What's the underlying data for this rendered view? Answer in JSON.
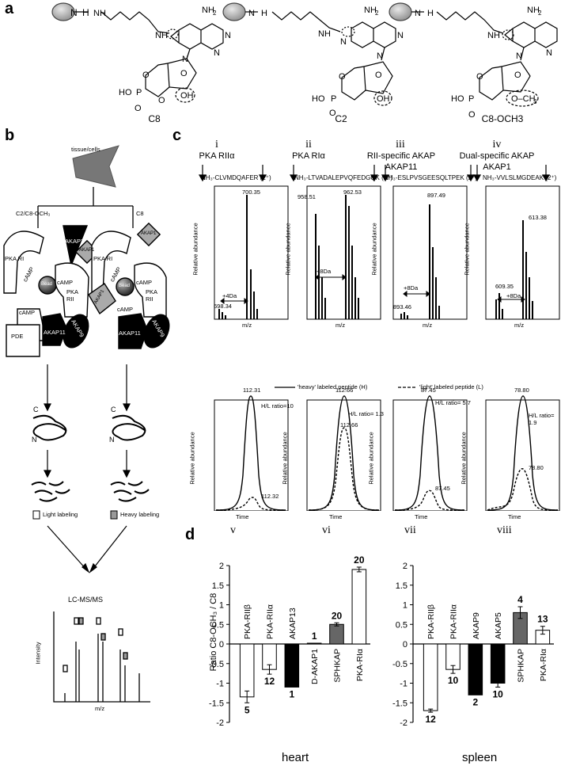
{
  "panels": {
    "a": "a",
    "b": "b",
    "c": "c",
    "d": "d"
  },
  "panel_a": {
    "compounds": [
      {
        "label": "C8"
      },
      {
        "label": "C2"
      },
      {
        "label": "C8-OCH3"
      }
    ],
    "atoms": {
      "nh2": "NH₂",
      "nh": "N",
      "h": "H",
      "o": "O",
      "oh": "OH",
      "ho": "HO",
      "p": "P",
      "och3": "O–CH₃",
      "n": "N"
    }
  },
  "panel_b": {
    "tissue_label": "tissue/cells",
    "left_branch": "C2/C8-OCH₃",
    "right_branch": "C8",
    "complex_left": [
      "PKA RI",
      "cAMP",
      "AKAP7",
      "AKAP1",
      "Bead",
      "cAMP",
      "PKA RII",
      "cAMP",
      "PDE",
      "AKAP11",
      "AKAP9"
    ],
    "complex_right": [
      "PKA RI",
      "cAMP",
      "AKAP1",
      "AKAP1",
      "Bead",
      "cAMP",
      "PKA RII",
      "cAMP",
      "AKAP11",
      "AKAP9"
    ],
    "c_label": "C",
    "n_label": "N",
    "light_label": "Light labeling",
    "heavy_label": "Heavy labeling",
    "lcms_label": "LC-MS/MS",
    "intensity_label": "Intensity",
    "mz_label": "m/z"
  },
  "panel_c": {
    "columns": [
      {
        "roman": "i",
        "title": "PKA RIIα",
        "subtitle": "",
        "sequence": "NH₃-CLVMDQAFER (2⁺)",
        "peaks": [
          "700.35",
          "698.34"
        ],
        "shift": "+4Da"
      },
      {
        "roman": "ii",
        "title": "PKA RIα",
        "subtitle": "",
        "sequence": "NH₃-LTVADALEPVQFEDGQK (2⁺)",
        "peaks": [
          "958.51",
          "962.53"
        ],
        "shift": "+8Da"
      },
      {
        "roman": "iii",
        "title": "RII-specific AKAP",
        "subtitle": "AKAP11",
        "sequence": "NH₃-ESLPVSGEESQLTPEK (2⁺)",
        "peaks": [
          "897.49",
          "893.46"
        ],
        "shift": "+8Da"
      },
      {
        "roman": "iv",
        "title": "Dual-specific AKAP",
        "subtitle": "AKAP1",
        "sequence": "NH₃-VVLSLMGDEAK (2⁺)",
        "peaks": [
          "613.38",
          "609.35"
        ],
        "shift": "+8Da"
      }
    ],
    "ms_ylabel": "Relative abundance",
    "ms_xlabel": "m/z",
    "legend_heavy": "'heavy' labeled peptide (H)",
    "legend_light": "'light' labeled peptide (L)",
    "lc_panels": [
      {
        "roman": "v",
        "heavy_peak": "112.31",
        "light_peak": "112.32",
        "ratio": "H/L ratio=10"
      },
      {
        "roman": "vi",
        "heavy_peak": "112.66",
        "light_peak": "112.66",
        "ratio": "H/L ratio= 1.3"
      },
      {
        "roman": "vii",
        "heavy_peak": "87.45",
        "light_peak": "87.45",
        "ratio": "H/L ratio= 5.7"
      },
      {
        "roman": "viii",
        "heavy_peak": "78.80",
        "light_peak": "78.80",
        "ratio": "H/L ratio= 1.9"
      }
    ],
    "lc_ylabel": "Relative abundance",
    "lc_xlabel": "Time"
  },
  "chart_data": [
    {
      "type": "bar",
      "title": "heart",
      "ylabel": "Ratio C8-OCH₃ / C8",
      "ylim": [
        -2,
        2
      ],
      "yticks": [
        "2",
        "1.5",
        "1",
        "0.5",
        "0",
        "-0.5",
        "-1",
        "-1.5",
        "-2"
      ],
      "categories": [
        "PKA-RIIβ",
        "PKA-RIIα",
        "AKAP13",
        "D-AKAP1",
        "SPHKAP",
        "PKA-RIα"
      ],
      "values": [
        -1.35,
        -0.65,
        -1.1,
        0.02,
        0.5,
        1.9
      ],
      "errors": [
        0.15,
        0.12,
        0,
        0,
        0.04,
        0.06
      ],
      "counts": [
        "5",
        "12",
        "1",
        "1",
        "20",
        "20"
      ],
      "colors": [
        "#ffffff",
        "#ffffff",
        "#000000",
        "#ffffff",
        "#666666",
        "#ffffff"
      ]
    },
    {
      "type": "bar",
      "title": "spleen",
      "ylabel": "",
      "ylim": [
        -2,
        2
      ],
      "yticks": [
        "2",
        "1.5",
        "1",
        "0.5",
        "0",
        "-0.5",
        "-1",
        "-1.5",
        "-2"
      ],
      "categories": [
        "PKA-RIIβ",
        "PKA-RIIα",
        "AKAP9",
        "AKAP5",
        "SPHKAP",
        "PKA-RIα"
      ],
      "values": [
        -1.7,
        -0.65,
        -1.3,
        -1.0,
        0.8,
        0.35
      ],
      "errors": [
        0.04,
        0.1,
        0,
        0.1,
        0.15,
        0.1
      ],
      "counts": [
        "12",
        "10",
        "2",
        "10",
        "4",
        "13"
      ],
      "colors": [
        "#ffffff",
        "#ffffff",
        "#000000",
        "#000000",
        "#666666",
        "#ffffff"
      ]
    }
  ]
}
